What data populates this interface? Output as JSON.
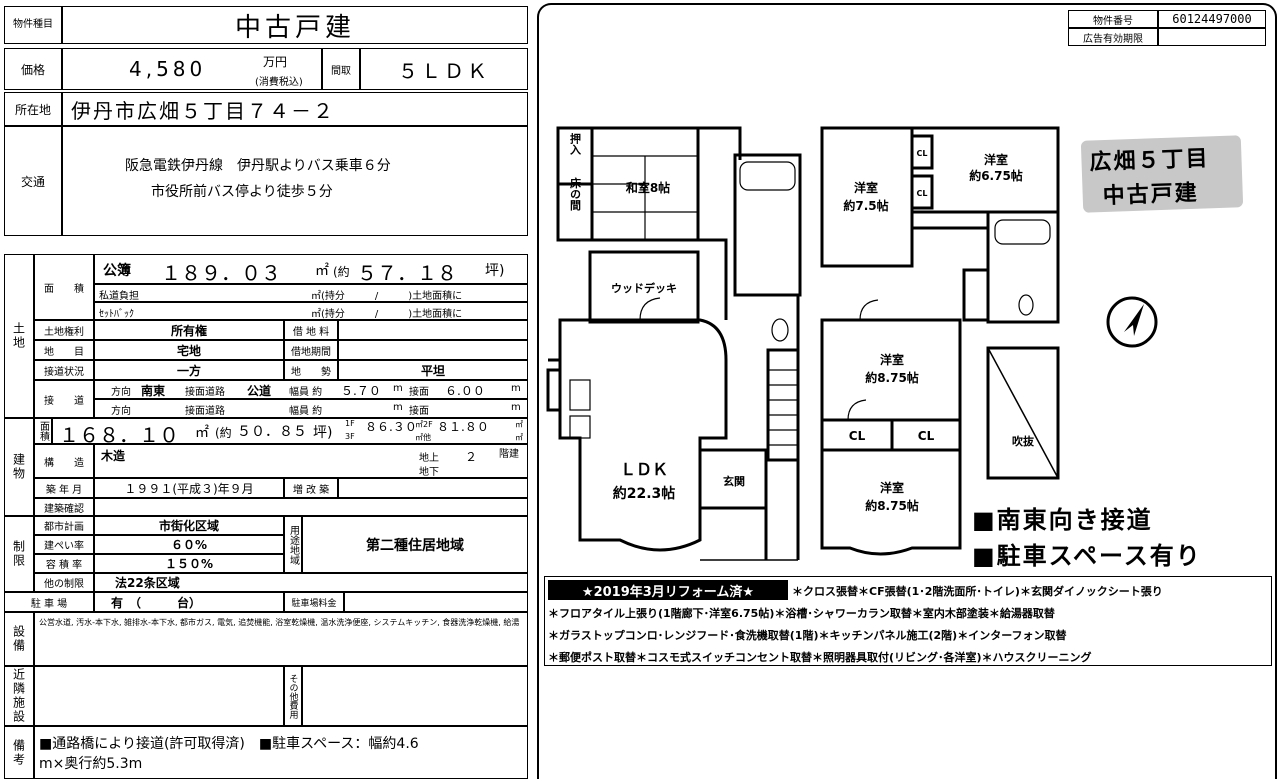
{
  "header": {
    "type_label": "物件種目",
    "type_value": "中古戸建"
  },
  "price": {
    "label": "価格",
    "value": "4,580",
    "unit": "万円",
    "tax": "(消費税込)",
    "madori_label": "間取",
    "madori_value": "５ＬＤＫ"
  },
  "address": {
    "label": "所在地",
    "value": "伊丹市広畑５丁目７４－２"
  },
  "traffic": {
    "label": "交通",
    "line1": "阪急電鉄伊丹線　伊丹駅よりバス乗車６分",
    "line2": "市役所前バス停より徒歩５分"
  },
  "land": {
    "section": "土地",
    "area_label": "面　　積",
    "kobo": "公簿",
    "area_value": "１８９．０３",
    "area_unit": "㎡",
    "tsubo_prefix": "(約",
    "tsubo_value": "５７．１８",
    "tsubo_unit": "坪)",
    "shido_label": "私道負担",
    "shido_note": "㎡(持分　　　/　　　)土地面積に",
    "setback_label": "ｾｯﾄﾊﾞｯｸ",
    "setback_note": "㎡(持分　　　/　　　)土地面積に",
    "right_label": "土地権利",
    "right_value": "所有権",
    "rent_label": "借 地 料",
    "chimoku_label": "地　　目",
    "chimoku_value": "宅地",
    "lease_label": "借地期間",
    "access_status_label": "接道状況",
    "access_status_value": "一方",
    "shape_label": "地　　勢",
    "shape_value": "平坦",
    "access_label": "接　　道",
    "dir_label": "方向",
    "dir_value": "南東",
    "road_label": "接面道路",
    "road_value": "公道",
    "width_label": "幅員 約",
    "width_value": "５.７０",
    "m_unit": "m",
    "face_label": "接面",
    "face_value": "６.００"
  },
  "building": {
    "section": "建物",
    "area_label": "面積",
    "area_value": "１６８．１０",
    "area_unit": "㎡",
    "tsubo_prefix": "(約",
    "tsubo_value": "５０．８５",
    "tsubo_unit": "坪)",
    "f1_label": "1F",
    "f1_value": "８６.３０",
    "f2_label": "㎡2F",
    "f2_value": "８１.８０",
    "f3_label": "3F",
    "other_label": "㎡他",
    "sqm": "㎡",
    "structure_label": "構　　造",
    "structure_value": "木造",
    "floors_above": "地上",
    "floors_below": "地下",
    "floors_num": "２",
    "floors_unit": "階建",
    "built_label": "築 年 月",
    "built_value": "１９９１(平成３)年９月",
    "renov_label": "増 改 築",
    "confirm_label": "建築確認"
  },
  "restriction": {
    "section": "制限",
    "city_label": "都市計画",
    "city_value": "市街化区域",
    "bcr_label": "建ぺい率",
    "bcr_value": "６０%",
    "far_label": "容 積 率",
    "far_value": "１５０%",
    "other_label": "他の制限",
    "other_value": "法22条区域",
    "zone_label": "用途地域",
    "zone_value": "第二種住居地域"
  },
  "parking": {
    "label": "駐 車 場",
    "value": "有　（　　　台）",
    "fee_label": "駐車場料金"
  },
  "facilities": {
    "label": "設備",
    "value": "公営水道, 汚水-本下水, 雑排水-本下水, 都市ガス, 電気, 追焚機能, 浴室乾燥機, 温水洗浄便座, システムキッチン, 食器洗浄乾燥機, 給湯"
  },
  "nearby": {
    "label": "近隣施設",
    "other_label": "その他費用"
  },
  "remarks": {
    "label": "備考",
    "line1": "■通路橋により接道(許可取得済)　■駐車スペース：幅約4.6",
    "line2": "m×奥行約5.3m"
  },
  "property": {
    "id_label": "物件番号",
    "id_value": "60124497000",
    "valid_label": "広告有効期限"
  },
  "stamp": {
    "line1": "広畑５丁目",
    "line2": "中古戸建"
  },
  "floorplan": {
    "washitsu": "和室8帖",
    "oshiire": "押入",
    "tokonoma": "床の間",
    "deck": "ウッドデッキ",
    "ldk_label": "ＬＤＫ",
    "ldk_size": "約22.3帖",
    "genkan": "玄関",
    "yo75a": "洋室",
    "yo75b": "約7.5帖",
    "yo675a": "洋室",
    "yo675b": "約6.75帖",
    "yo875a_1": "洋室",
    "yo875b_1": "約8.75帖",
    "yo875a_2": "洋室",
    "yo875b_2": "約8.75帖",
    "cl": "CL",
    "fukinuke": "吹抜"
  },
  "highlights": {
    "line1": "■南東向き接道",
    "line2": "■駐車スペース有り"
  },
  "reform": {
    "title": "★2019年3月リフォーム済★",
    "line1": "＊クロス張替＊CF張替(1･2階洗面所･トイレ)＊玄関ダイノックシート張り",
    "line2": "＊フロアタイル上張り(1階廊下･洋室6.75帖)＊浴槽･シャワーカラン取替＊室内木部塗装＊給湯器取替",
    "line3": "＊ガラストップコンロ･レンジフード･食洗機取替(1階)＊キッチンパネル施工(2階)＊インターフォン取替",
    "line4": "＊郵便ポスト取替＊コスモ式スイッチコンセント取替＊照明器具取付(リビング･各洋室)＊ハウスクリーニング"
  }
}
